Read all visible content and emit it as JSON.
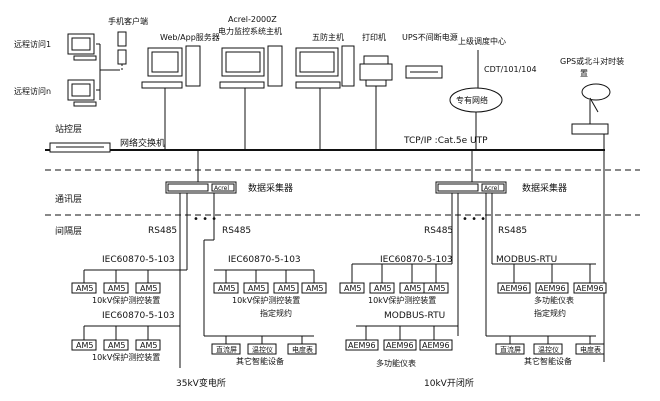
{
  "top_labels": {
    "phone_client": "手机客户端",
    "web_server": "Web/App服务器",
    "acrel_host_line1": "Acrel-2000Z",
    "acrel_host_line2": "电力监控系统主机",
    "five_prevention": "五防主机",
    "printer": "打印机",
    "ups": "UPS不间断电源",
    "upper_dispatch": "上级调度中心",
    "cdt": "CDT/101/104",
    "private_net": "专有网络",
    "gps_line1": "GPS或北斗对时装",
    "gps_line2": "置",
    "remote_1": "远程访问1",
    "remote_n": "远程访问n"
  },
  "layers": {
    "station": "站控层",
    "comm": "通讯层",
    "bay": "间隔层"
  },
  "network": {
    "switch": "网络交换机",
    "tcpip": "TCP/IP :Cat.5e UTP"
  },
  "collectors": {
    "label": "数据采集器",
    "brand": "Acrel"
  },
  "buses": {
    "rs485": "RS485",
    "iec": "IEC60870-5-103",
    "modbus_rtu": "MODBUS-RTU",
    "specified": "指定规约"
  },
  "devices": {
    "am5": "AM5",
    "aem96": "AEM96",
    "dc_screen": "直流屏",
    "diff_meter": "温控仪",
    "energy_meter": "电度表"
  },
  "groups": {
    "protect_10kv": "10kV保护测控装置",
    "multi_meter": "多功能仪表",
    "other_smart": "其它智能设备"
  },
  "sites": {
    "sub_35kv": "35kV变电所",
    "switch_10kv": "10kV开闭所"
  }
}
